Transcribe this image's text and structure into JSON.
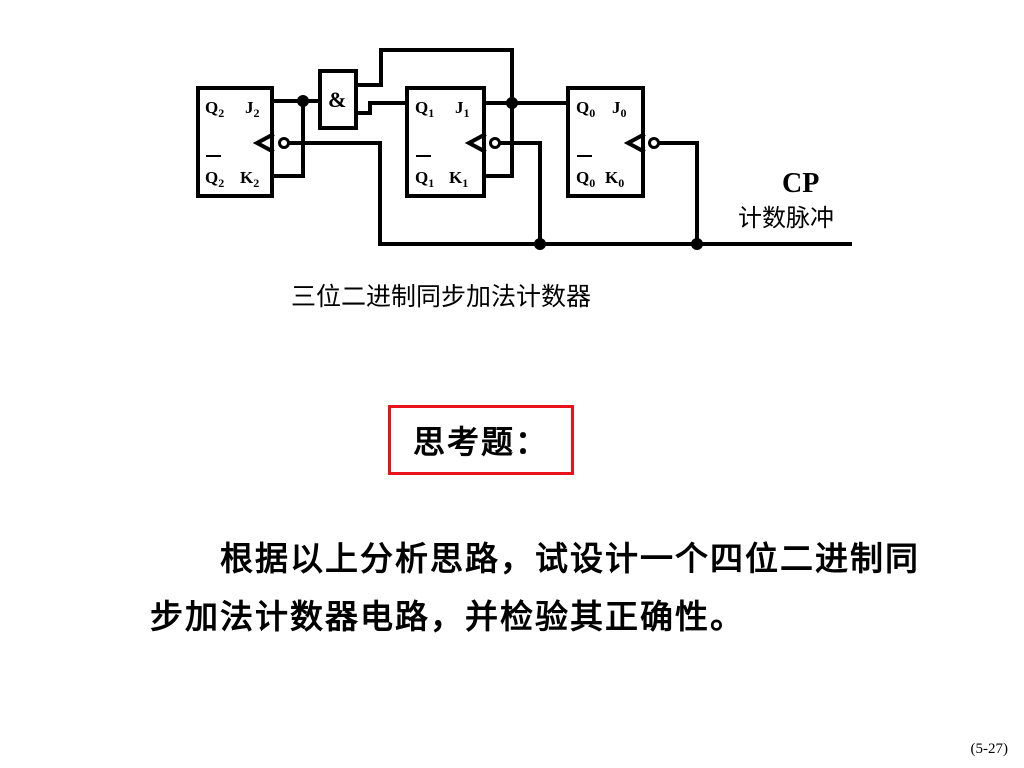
{
  "diagram": {
    "ff2": {
      "q": "Q",
      "q_sub": "2",
      "j": "J",
      "j_sub": "2",
      "qbar": "Q",
      "qbar_sub": "2",
      "k": "K",
      "k_sub": "2"
    },
    "ff1": {
      "q": "Q",
      "q_sub": "1",
      "j": "J",
      "j_sub": "1",
      "qbar": "Q",
      "qbar_sub": "1",
      "k": "K",
      "k_sub": "1"
    },
    "ff0": {
      "q": "Q",
      "q_sub": "0",
      "j": "J",
      "j_sub": "0",
      "qbar": "Q",
      "qbar_sub": "0",
      "k": "K",
      "k_sub": "0"
    },
    "and_gate": "&",
    "cp_label": "CP",
    "cp_caption": "计数脉冲",
    "caption": "三位二进制同步加法计数器"
  },
  "think_title": "思考题：",
  "question": "根据以上分析思路，试设计一个四位二进制同步加法计数器电路，并检验其正确性。",
  "page_number": "(5-27)",
  "colors": {
    "box_border": "#e8141c",
    "ink": "#000000"
  }
}
